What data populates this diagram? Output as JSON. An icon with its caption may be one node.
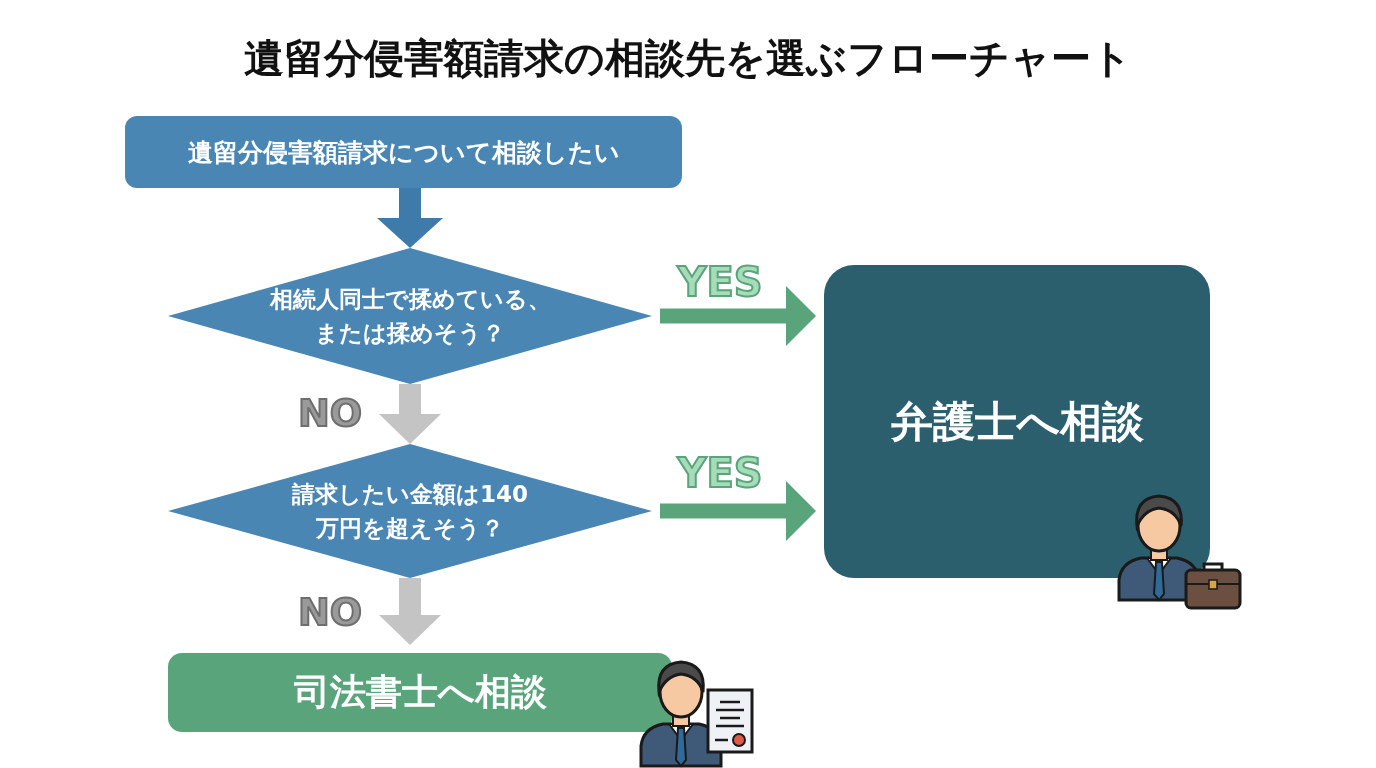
{
  "diagram": {
    "title": "遺留分侵害額請求の相談先を選ぶフローチャート",
    "nodes": [
      {
        "text": [
          "遺留分侵害額請求について相談したい"
        ]
      },
      {
        "text": [
          "相続人同士で揉めている、または揉めそう？"
        ]
      },
      {
        "text": [
          "請求したい金額は140万円を超えそう？"
        ]
      },
      {
        "text": [
          "弁護士へ相談"
        ]
      },
      {
        "text": [
          "司法書士へ相談"
        ]
      }
    ],
    "edges": [
      {
        "from": 0,
        "to": 1,
        "arrow": "to"
      },
      {
        "from": 1,
        "to": 3,
        "arrow": "to",
        "label": "YES",
        "color": "#5aa47c"
      },
      {
        "from": 1,
        "to": 2,
        "arrow": "to",
        "label": "NO",
        "color": "#c4c4c4"
      },
      {
        "from": 2,
        "to": 3,
        "arrow": "to",
        "label": "YES",
        "color": "#5aa47c"
      },
      {
        "from": 2,
        "to": 4,
        "arrow": "to",
        "label": "NO",
        "color": "#c4c4c4"
      }
    ]
  }
}
